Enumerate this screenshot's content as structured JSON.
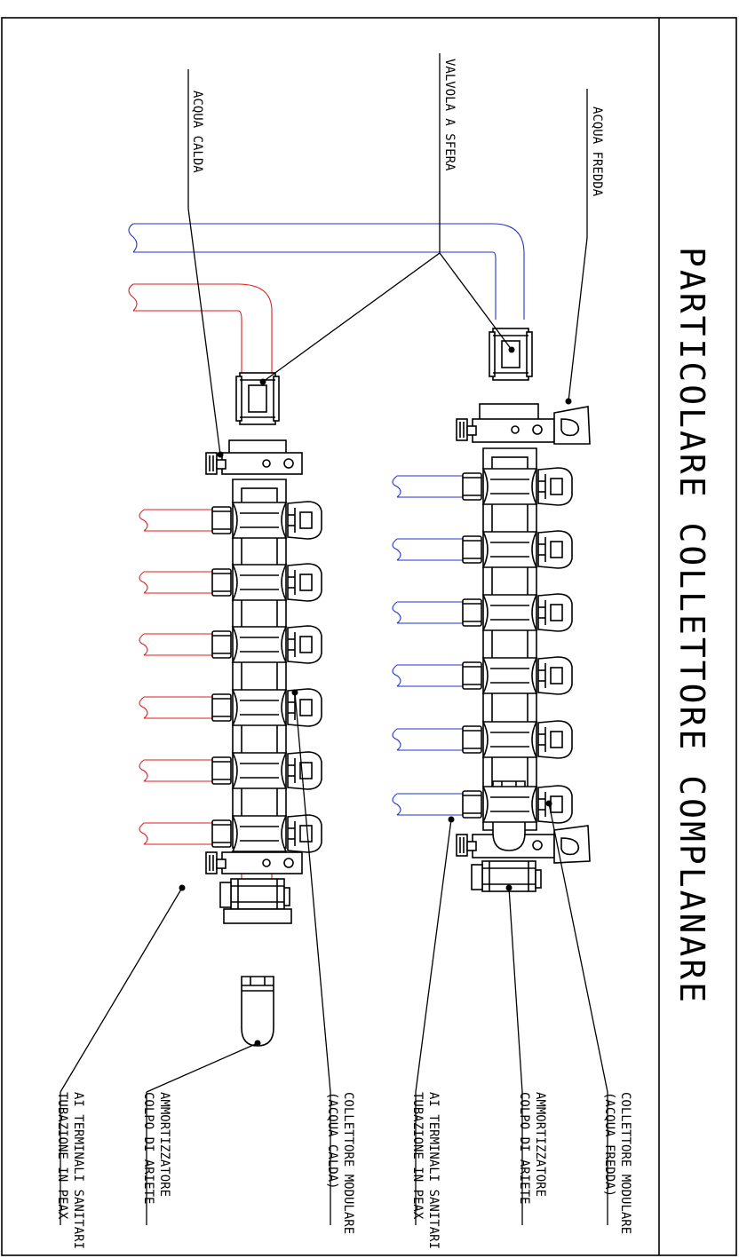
{
  "title": "PARTICOLARE COLLETTORE COMPLANARE",
  "labels": {
    "acqua_calda": "ACQUA CALDA",
    "valvola_a_sfera": "VALVOLA A SFERA",
    "acqua_fredda": "ACQUA FREDDA",
    "hot": {
      "collettore_line1": "COLLETTORE MODULARE",
      "collettore_line2": "(ACQUA CALDA)",
      "ammortizzatore_line1": "AMMORTIZZATORE",
      "ammortizzatore_line2": "COLPO DI ARIETE",
      "terminali_line1": "AI TERMINALI SANITARI",
      "terminali_line2": "TUBAZIONE IN PEAX"
    },
    "cold": {
      "collettore_line1": "COLLETTORE MODULARE",
      "collettore_line2": "(ACQUA FREDDA)",
      "ammortizzatore_line1": "AMMORTIZZATORE",
      "ammortizzatore_line2": "COLPO DI ARIETE",
      "terminali_line1": "AI TERMINALI SANITARI",
      "terminali_line2": "TUBAZIONE IN PEAX"
    }
  },
  "colors": {
    "hot_pipe": "#e31b1b",
    "cold_pipe": "#2233cc",
    "linework": "#000000"
  }
}
